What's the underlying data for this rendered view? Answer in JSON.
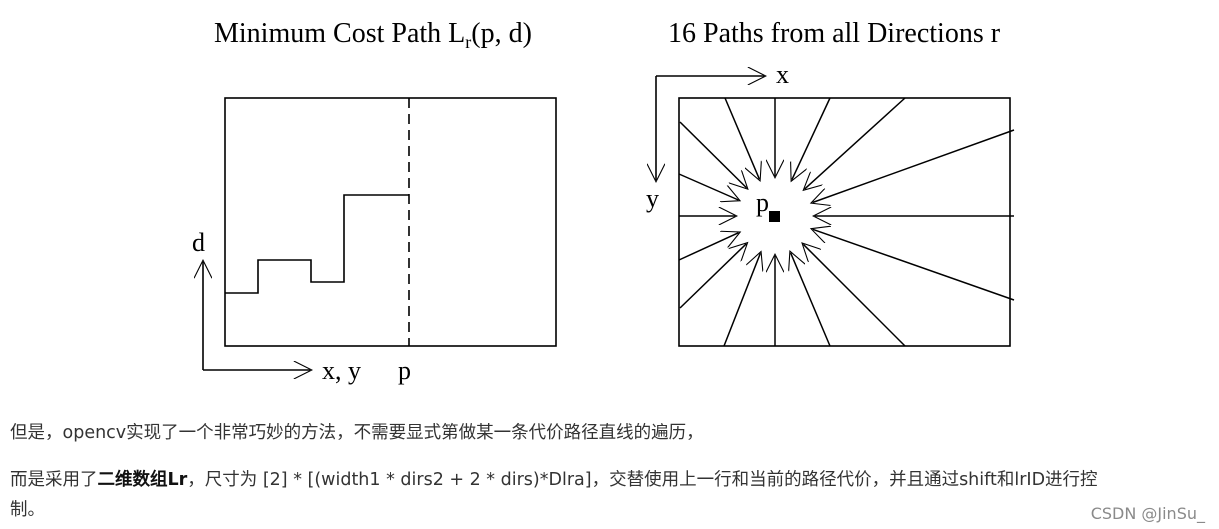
{
  "left_figure": {
    "title_main": "Minimum Cost Path L",
    "title_sub": "r",
    "title_tail": "(p, d)",
    "y_label": "d",
    "x_label": "x, y",
    "p_label": "p"
  },
  "right_figure": {
    "title": "16 Paths from all Directions r",
    "x_label": "x",
    "y_label": "y",
    "p_label": "p"
  },
  "text": {
    "line1": "但是，opencv实现了一个非常巧妙的方法，不需要显式第做某一条代价路径直线的遍历，",
    "line2_before": "而是采用了",
    "line2_bold": "二维数组Lr",
    "line2_after": "，尺寸为 [2] * [(width1 * dirs2 + 2 * dirs)*Dlra]，交替使用上一行和当前的路径代价，并且通过shift和lrID进行控",
    "line3": "制。"
  },
  "watermark": "CSDN @JinSu_"
}
